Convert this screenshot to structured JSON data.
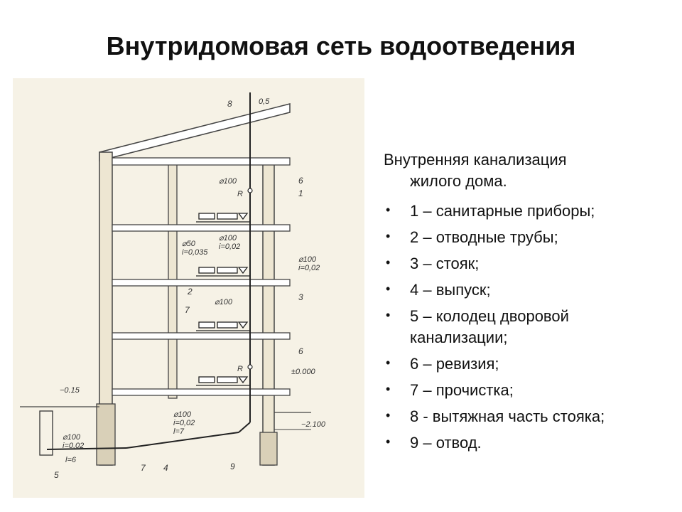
{
  "slide": {
    "title": "Внутридомовая сеть водоотведения"
  },
  "legend": {
    "intro_line1": "Внутренняя канализация",
    "intro_line2": "жилого дома.",
    "items": [
      "1 – санитарные приборы;",
      "2 – отводные трубы;",
      "3 – стояк;",
      "4 – выпуск;",
      "5 – колодец дворовой канализации;",
      "6 – ревизия;",
      "7 – прочистка;",
      "8 - вытяжная часть стояка;",
      "9 – отвод."
    ]
  },
  "drawing": {
    "labels": {
      "n8": "8",
      "vent_height": "0,5",
      "n6_top": "6",
      "n1": "1",
      "d100_top": "⌀100",
      "r_top": "R",
      "d50": "⌀50",
      "i035": "i=0,035",
      "d100_mid": "⌀100",
      "i02_mid": "i=0,02",
      "d100_right": "⌀100",
      "i02_right": "i=0,02",
      "n2": "2",
      "n3": "3",
      "d100_riser": "⌀100",
      "n7_upper": "7",
      "n6_low": "6",
      "r_low": "R",
      "zero_mark": "±0.000",
      "ground_mark": "−0.15",
      "basement_mark": "−2.100",
      "d100_out": "⌀100",
      "i02_out": "i=0,02",
      "l7": "l=7",
      "d100_well": "⌀100",
      "i02_well": "i=0,02",
      "l6": "l=6",
      "n5": "5",
      "n7_low": "7",
      "n4": "4",
      "n9": "9"
    }
  }
}
